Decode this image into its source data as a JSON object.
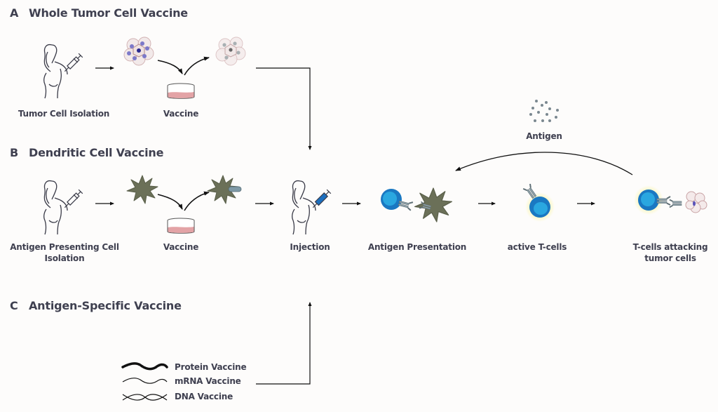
{
  "sections": {
    "a": {
      "letter": "A",
      "title": "Whole Tumor Cell Vaccine"
    },
    "b": {
      "letter": "B",
      "title": "Dendritic Cell Vaccine"
    },
    "c": {
      "letter": "C",
      "title": "Antigen-Specific Vaccine"
    }
  },
  "labels": {
    "tumor_cell_isolation": "Tumor Cell Isolation",
    "vaccine_a": "Vaccine",
    "apc_isolation_line1": "Antigen Presenting Cell",
    "apc_isolation_line2": "Isolation",
    "vaccine_b": "Vaccine",
    "injection": "Injection",
    "antigen_presentation": "Antigen Presentation",
    "active_t_cells": "active T-cells",
    "t_cells_attacking_line1": "T-cells attacking",
    "t_cells_attacking_line2": "tumor cells",
    "antigen": "Antigen"
  },
  "legend": [
    {
      "icon": "protein-strand-icon",
      "label": "Protein Vaccine"
    },
    {
      "icon": "mrna-strand-icon",
      "label": "mRNA Vaccine"
    },
    {
      "icon": "dna-helix-icon",
      "label": "DNA Vaccine"
    }
  ],
  "colors": {
    "text": "#3f4050",
    "dendritic_cell": "#6b7058",
    "t_cell_outer": "#1a78c2",
    "t_cell_inner": "#2aa7e0",
    "receptor": "#7f939c",
    "dish_liquid": "#e3a3a6",
    "tumor_cell": "#c9a3a5",
    "glow": "#fbf6b4"
  }
}
